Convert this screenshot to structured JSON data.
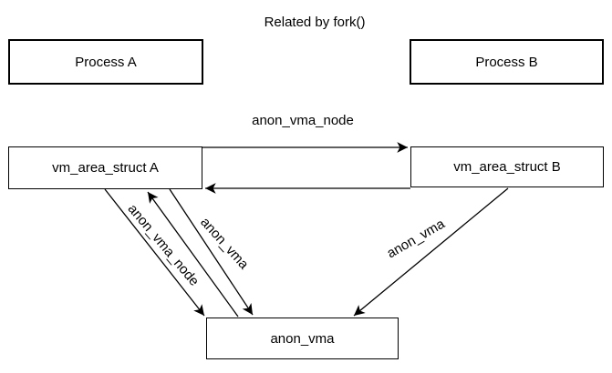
{
  "title": "Related by fork()",
  "boxes": {
    "process_a": "Process A",
    "process_b": "Process B",
    "vma_a": "vm_area_struct A",
    "vma_b": "vm_area_struct B",
    "anon_vma": "anon_vma"
  },
  "edge_labels": {
    "anon_vma_node_horizontal": "anon_vma_node",
    "anon_vma_node_diagonal": "anon_vma_node",
    "anon_vma_left": "anon_vma",
    "anon_vma_right": "anon_vma"
  },
  "colors": {
    "line": "#000000",
    "text": "#000000",
    "box_fill": "#ffffff",
    "background": "#ffffff"
  }
}
